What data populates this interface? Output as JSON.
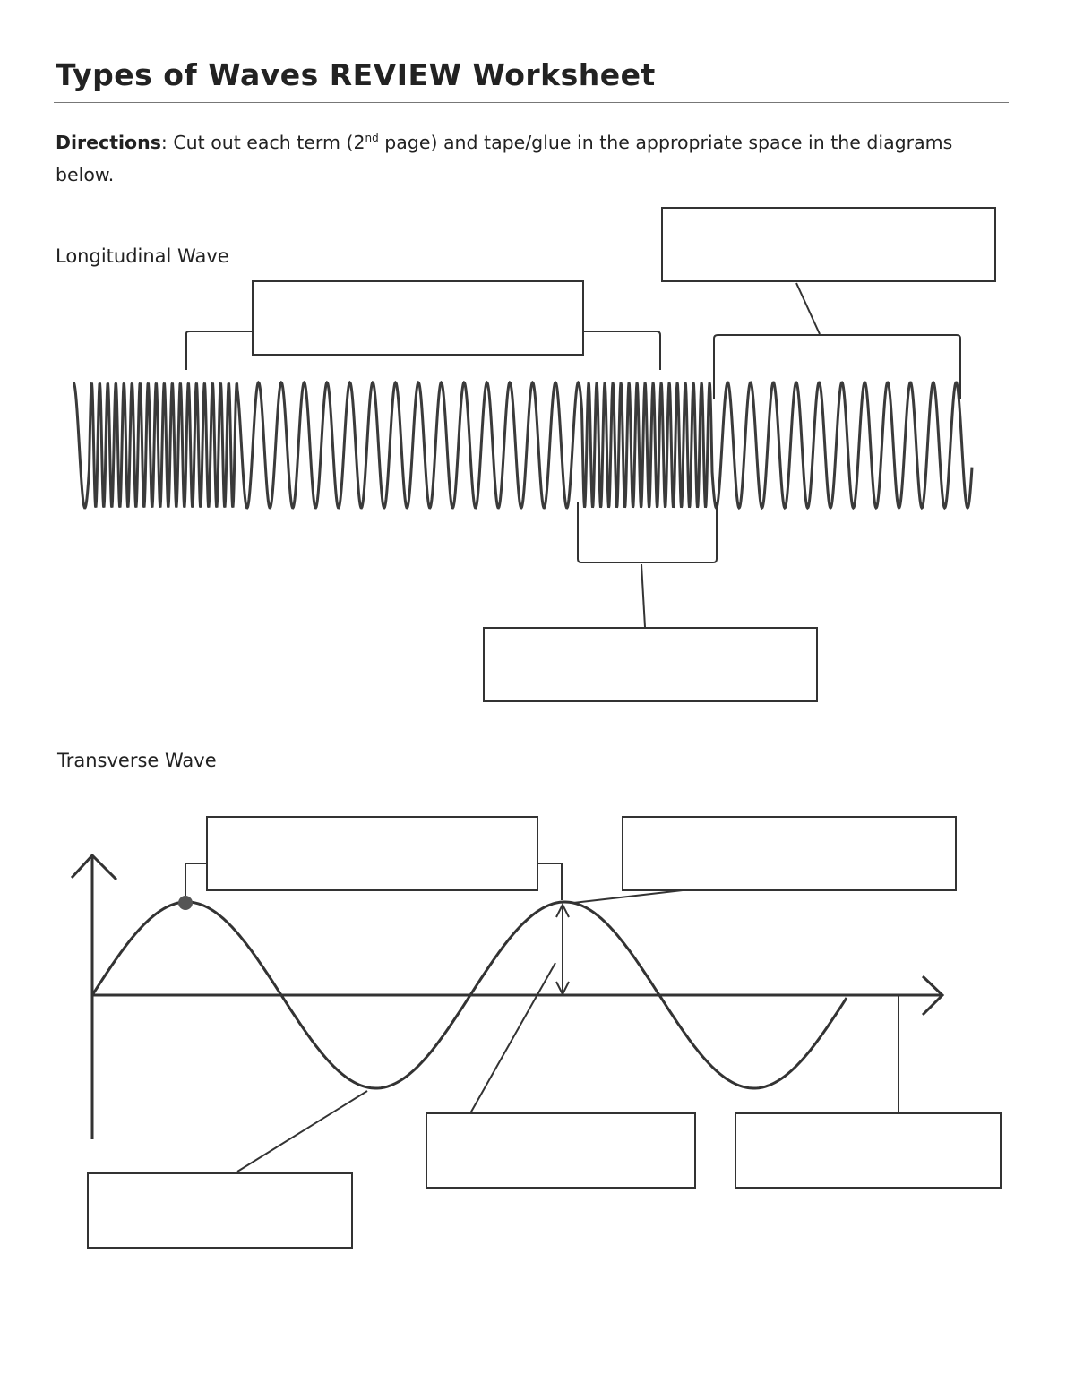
{
  "title": "Types of Waves REVIEW Worksheet",
  "directions": {
    "label": "Directions",
    "text_before": ": Cut out each term (2",
    "superscript": "nd",
    "text_after": " page) and tape/glue in the appropriate space in the diagrams below."
  },
  "sections": {
    "longitudinal": "Longitudinal Wave",
    "transverse": "Transverse Wave"
  }
}
